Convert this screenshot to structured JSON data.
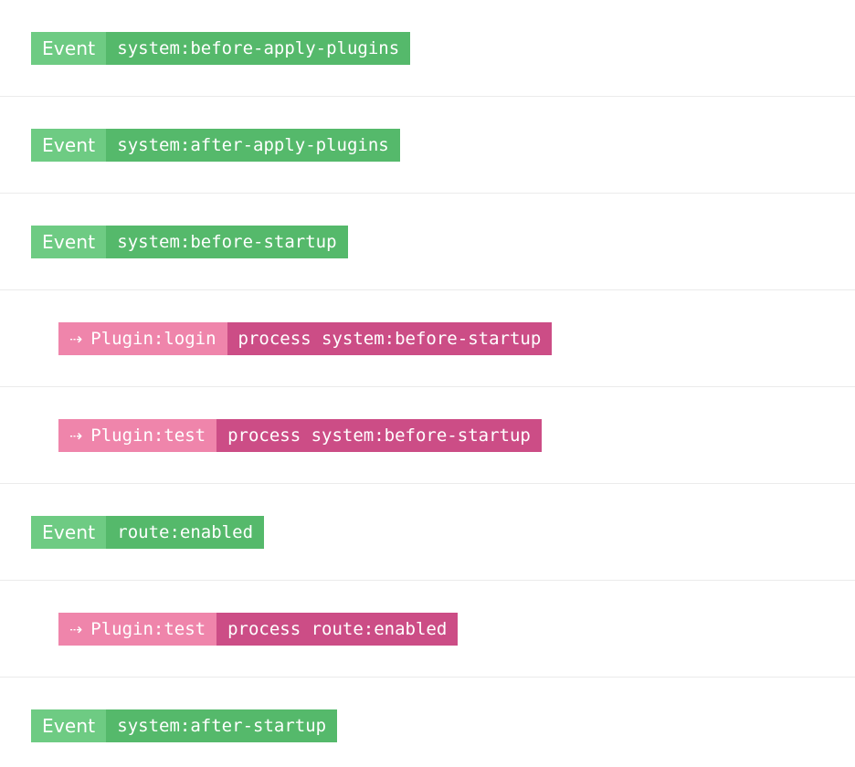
{
  "colors": {
    "page_background": "#ffffff",
    "row_divider": "#ebebeb",
    "event_label_bg": "#6ecb83",
    "event_value_bg": "#55b96b",
    "plugin_label_bg": "#ef85ab",
    "plugin_value_bg": "#cc4d86",
    "badge_text": "#ffffff"
  },
  "icons": {
    "dashed_arrow": "⇢"
  },
  "log": {
    "rows": [
      {
        "kind": "event",
        "indent": false,
        "label": "Event",
        "value": "system:before-apply-plugins",
        "icon": ""
      },
      {
        "kind": "event",
        "indent": false,
        "label": "Event",
        "value": "system:after-apply-plugins",
        "icon": ""
      },
      {
        "kind": "event",
        "indent": false,
        "label": "Event",
        "value": "system:before-startup",
        "icon": ""
      },
      {
        "kind": "plugin",
        "indent": true,
        "label": "Plugin:login",
        "value": "process system:before-startup",
        "icon": "⇢"
      },
      {
        "kind": "plugin",
        "indent": true,
        "label": "Plugin:test",
        "value": "process system:before-startup",
        "icon": "⇢"
      },
      {
        "kind": "event",
        "indent": false,
        "label": "Event",
        "value": "route:enabled",
        "icon": ""
      },
      {
        "kind": "plugin",
        "indent": true,
        "label": "Plugin:test",
        "value": "process route:enabled",
        "icon": "⇢"
      },
      {
        "kind": "event",
        "indent": false,
        "label": "Event",
        "value": "system:after-startup",
        "icon": ""
      }
    ]
  }
}
